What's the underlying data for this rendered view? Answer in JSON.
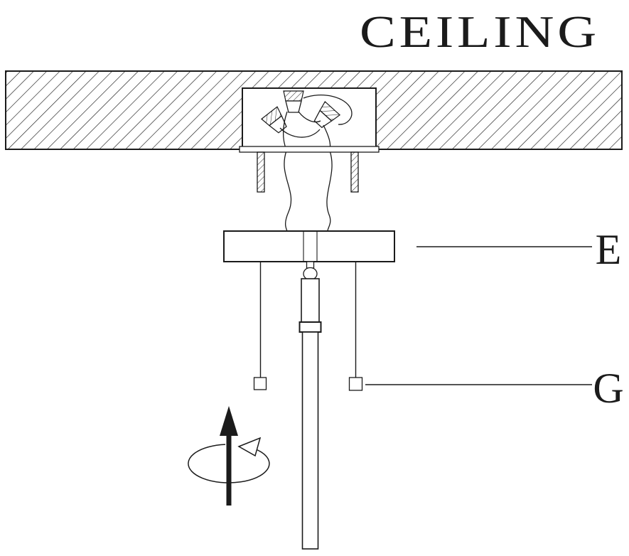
{
  "diagram": {
    "title": "CEILING",
    "labels": {
      "bracket": "E",
      "pull_chain": "G"
    },
    "parts": [
      "ceiling-section-hatched",
      "junction-box",
      "wire-nut-connectors",
      "supply-wires",
      "mounting-screws",
      "mounting-bracket",
      "downrod-with-coupling",
      "pull-chain-switches",
      "upward-arrow",
      "rotation-arrow"
    ],
    "colors": {
      "line": "#1b1b1b",
      "background": "#ffffff"
    }
  }
}
